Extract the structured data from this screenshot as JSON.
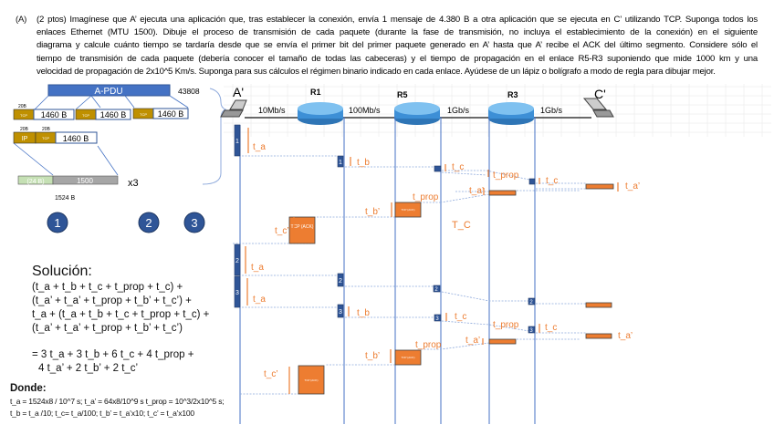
{
  "question": {
    "label": "(A)",
    "lines": [
      "(2 ptos) Imagínese que A’ ejecuta una aplicación que, tras establecer la conexión, envía 1 mensaje de 4.380 B a otra aplicación que se ejecuta en C’ utilizando TCP. Suponga todos los",
      "enlaces Ethernet (MTU  1500). Dibuje el proceso de transmisión de cada paquete (durante la fase de transmisión, no incluya el establecimiento de la conexión) en el siguiente",
      "diagrama y calcule cuánto tiempo se tardaría desde que se envía el primer bit del primer paquete generado en A’ hasta que A’ recibe el ACK del último segmento. Considere sólo el",
      "tiempo de transmisión de cada paquete (debería conocer el tamaño de todas las cabeceras) y el tiempo de propagación en el enlace R5-R3 suponiendo que mide 1000 km y una",
      "velocidad de propagación de 2x10^5 Km/s. Suponga para sus cálculos el régimen binario indicado en cada enlace. Ayúdese de un lápiz o bolígrafo a modo de regla para dibujar mejor."
    ]
  },
  "segmentation": {
    "apdu_label": "A-PDU",
    "apdu_size": "43808",
    "header_size": "20B",
    "tcp_label": "TCP",
    "ip_label": "IP",
    "payload": "1460 B",
    "frame_header": "(24 B)",
    "frame_payload": "1500",
    "multiplier": "x3",
    "frame_total": "1524 B",
    "circles": [
      "1",
      "2",
      "3"
    ]
  },
  "network": {
    "nodes": [
      "A'",
      "R1",
      "R5",
      "R3",
      "C'"
    ],
    "links": [
      "10Mb/s",
      "100Mb/s",
      "1Gb/s",
      "1Gb/s"
    ],
    "colors": {
      "packet": "#2f5597",
      "ack": "#ed7d31",
      "line": "#4472c4"
    }
  },
  "timing": {
    "ta": "t_a",
    "tb": "t_b",
    "tc": "t_c",
    "tprop": "t_prop",
    "ta2": "t_a’",
    "tb2": "t_b’",
    "tc2": "t_c’",
    "TC": "T_C",
    "ack_box": "TCP (ACK)",
    "ack_small": "TCP (ACK)",
    "packets": [
      "1",
      "2",
      "3"
    ]
  },
  "solution": {
    "title": "Solución:",
    "formula": [
      "(t_a + t_b + t_c + t_prop + t_c) +",
      "(t_a’ + t_a’ + t_prop + t_b’ + t_c’) +",
      "t_a + (t_a + t_b + t_c + t_prop + t_c) +",
      "(t_a’ + t_a’ + t_prop + t_b’ + t_c’)"
    ],
    "result": [
      "= 3 t_a + 3 t_b + 6 t_c + 4 t_prop +",
      "4 t_a’ + 2 t_b’ + 2 t_c’"
    ],
    "donde_title": "Donde:",
    "donde": [
      "t_a = 1524x8 / 10^7 s; t_a’ = 64x8/10^9 s t_prop = 10^3/2x10^5 s;",
      "t_b = t_a /10;    t_c= t_a/100;  t_b’ = t_a’x10; t_c’ = t_a’x100"
    ]
  }
}
